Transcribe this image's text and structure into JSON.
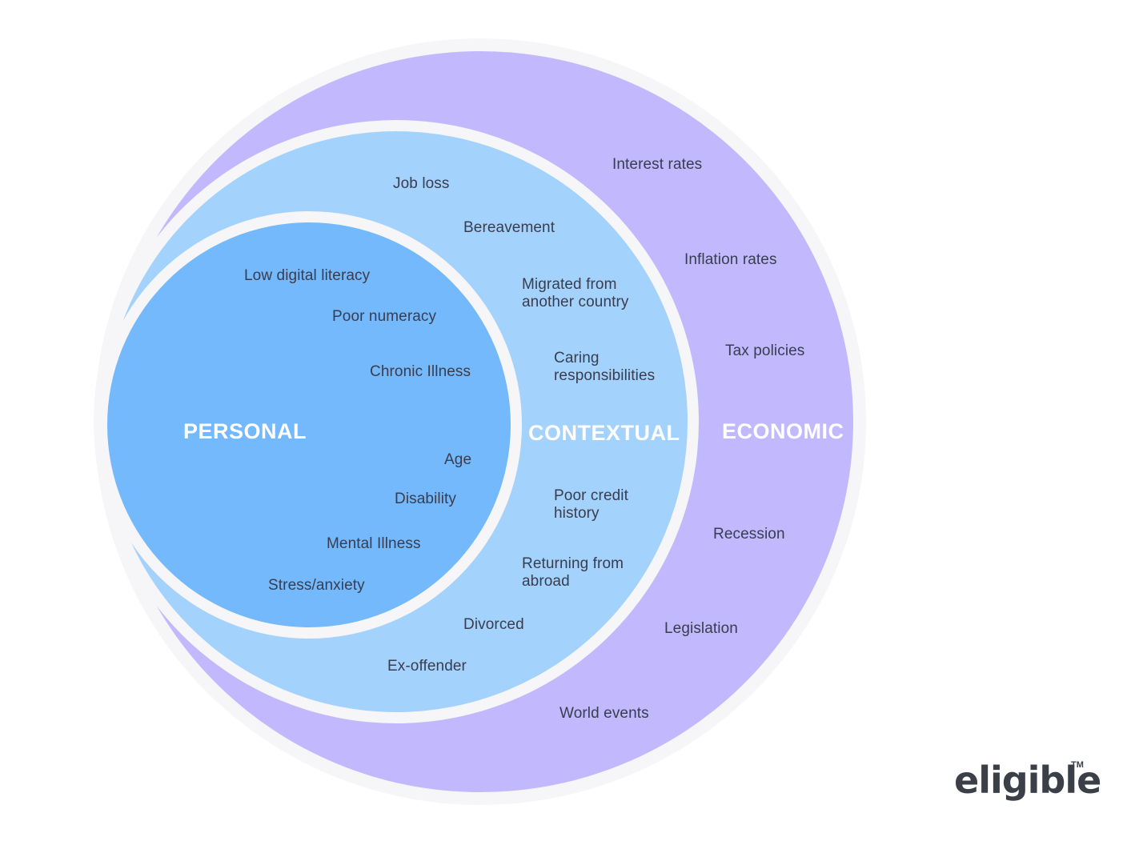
{
  "sections": {
    "personal": "PERSONAL",
    "contextual": "CONTEXTUAL",
    "economic": "ECONOMIC"
  },
  "personal_factors": [
    "Low digital literacy",
    "Poor numeracy",
    "Chronic Illness",
    "Age",
    "Disability",
    "Mental Illness",
    "Stress/anxiety"
  ],
  "contextual_factors": [
    "Job loss",
    "Bereavement",
    "Migrated from\nanother country",
    "Caring\nresponsibilities",
    "Poor credit\nhistory",
    "Returning from\nabroad",
    "Divorced",
    "Ex-offender"
  ],
  "economic_factors": [
    "Interest rates",
    "Inflation rates",
    "Tax policies",
    "Recession",
    "Legislation",
    "World events"
  ],
  "logo": {
    "text": "eligible",
    "trademark": "TM"
  },
  "colors": {
    "economic_fill": "#c2b8fd",
    "contextual_fill": "#a3d2fd",
    "personal_fill": "#73b9fc",
    "ring_border": "#f6f6f8",
    "label_text": "#3a3d4f"
  }
}
